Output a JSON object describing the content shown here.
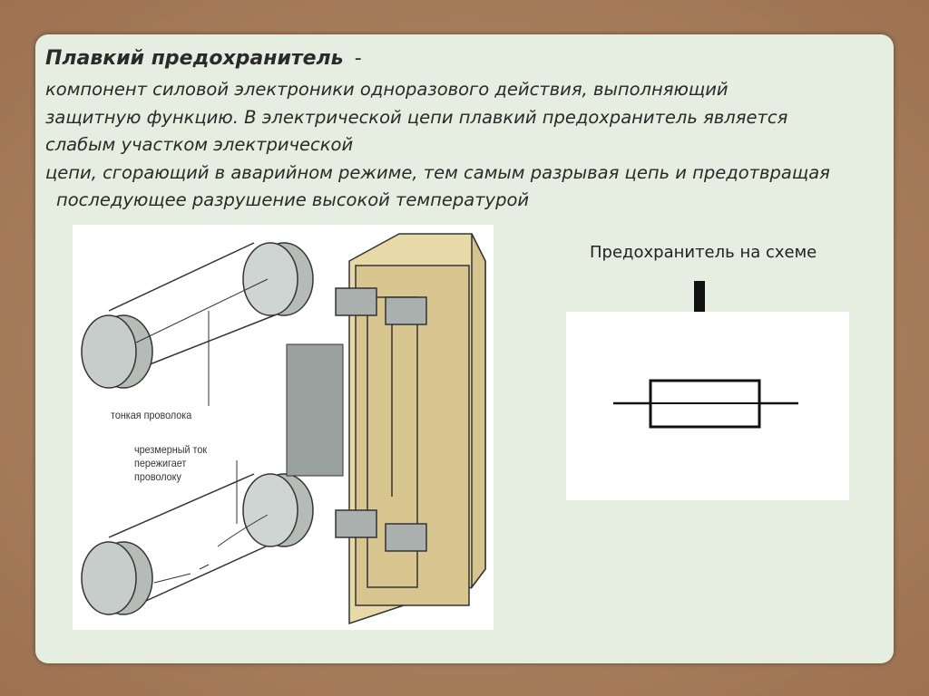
{
  "title": "Плавкий предохранитель",
  "title_dash": "-",
  "body_lines": [
    "компонент силовой электроники одноразового действия, выполняющий",
    "защитную функцию. В электрической цепи плавкий предохранитель является",
    "слабым участком электрической",
    "цепи, сгорающий в аварийном режиме, тем самым разрывая цепь и предотвращая",
    "последующее разрушение высокой температурой"
  ],
  "illustration": {
    "label_thin_wire": "тонкая проволока",
    "label_overcurrent": [
      "чрезмерный ток",
      "пережигает",
      "проволоку"
    ]
  },
  "scheme": {
    "label": "Предохранитель на схеме"
  },
  "colors": {
    "frame": "#a47b5a",
    "slide": "#e6eee1",
    "holder": "#e8d9a8"
  }
}
